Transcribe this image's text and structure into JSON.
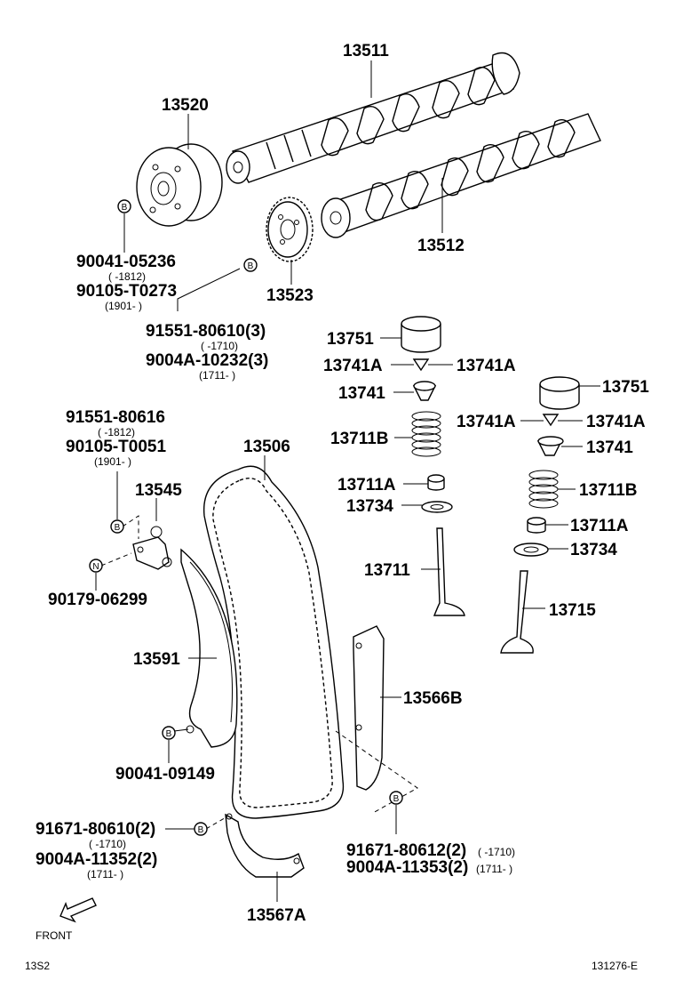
{
  "parts": {
    "p13511": "13511",
    "p13520": "13520",
    "p13512": "13512",
    "p13523": "13523",
    "p13751a": "13751",
    "p13751b": "13751",
    "p13741A_1": "13741A",
    "p13741A_2": "13741A",
    "p13741A_3": "13741A",
    "p13741A_4": "13741A",
    "p13741a": "13741",
    "p13741b": "13741",
    "p13711B_a": "13711B",
    "p13711B_b": "13711B",
    "p13711A_a": "13711A",
    "p13711A_b": "13711A",
    "p13734a": "13734",
    "p13734b": "13734",
    "p13711": "13711",
    "p13715": "13715",
    "p13506": "13506",
    "p13545": "13545",
    "p13591": "13591",
    "p13566B": "13566B",
    "p13567A": "13567A"
  },
  "bolts": {
    "b1": "90041-05236",
    "b1_range": "(      -1812)",
    "b2": "90105-T0273",
    "b2_range": "(1901-      )",
    "b3": "91551-80610(3)",
    "b3_range": "(      -1710)",
    "b4": "9004A-10232(3)",
    "b4_range": "(1711-      )",
    "b5": "91551-80616",
    "b5_range": "(      -1812)",
    "b6": "90105-T0051",
    "b6_range": "(1901-      )",
    "b7": "90179-06299",
    "b8": "90041-09149",
    "b9": "91671-80610(2)",
    "b9_range": "(      -1710)",
    "b10": "9004A-11352(2)",
    "b10_range": "(1711-      )",
    "b11": "91671-80612(2)",
    "b11_range": "(      -1710)",
    "b12": "9004A-11353(2)",
    "b12_range": "(1711-      )"
  },
  "markers": {
    "b": "B",
    "n": "N"
  },
  "footer": {
    "front": "FRONT",
    "left_code": "13S2",
    "right_code": "131276-E"
  }
}
